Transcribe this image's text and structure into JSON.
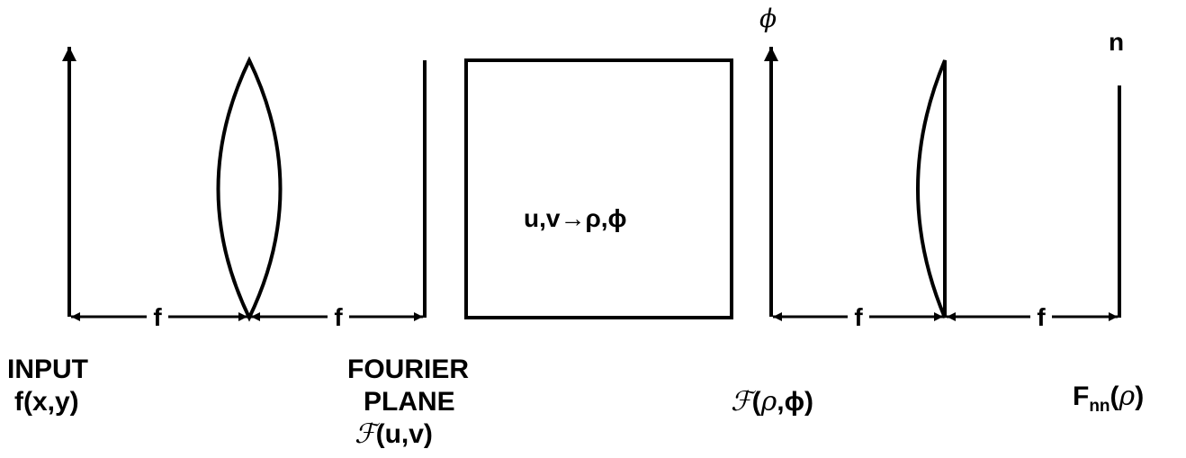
{
  "dimension_f": "f",
  "box_label": "u,v→ρ,ϕ",
  "axis_phi": "ϕ",
  "axis_n": "n",
  "input": {
    "line1": "INPUT",
    "line2": "f(x,y)"
  },
  "fourier": {
    "line1": "FOURIER",
    "line2": "PLANE",
    "func_symbol": "ℱ",
    "func_args": "(u,v)"
  },
  "polar": {
    "func_symbol": "ℱ",
    "open": "(",
    "rho": "ρ",
    "rest": ",ϕ)"
  },
  "output": {
    "main": "F",
    "sub": "nn",
    "open": "(",
    "rho": "ρ",
    "close": ")"
  },
  "colors": {
    "ink": "#000000",
    "background": "#ffffff"
  }
}
